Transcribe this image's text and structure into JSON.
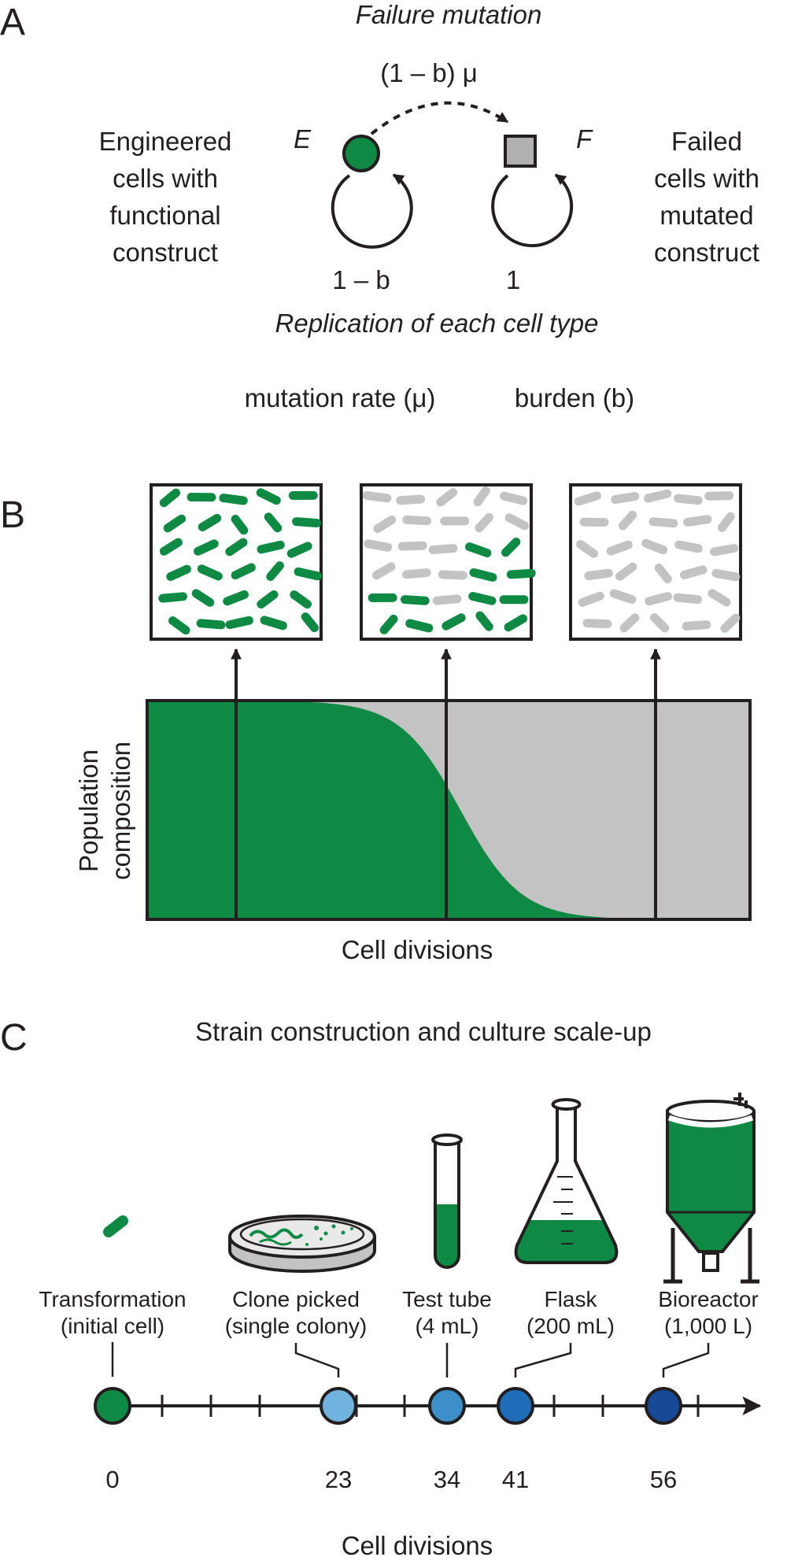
{
  "panel_a": {
    "letter": "A",
    "failure_mutation_title": "Failure mutation",
    "mutation_rate_expr": "(1 – b) μ",
    "node_e_label": "E",
    "node_f_label": "F",
    "engineered_desc": [
      "Engineered",
      "cells with",
      "functional",
      "construct"
    ],
    "failed_desc": [
      "Failed",
      "cells with",
      "mutated",
      "construct"
    ],
    "e_replication_rate": "1 – b",
    "f_replication_rate": "1",
    "replication_title": "Replication of each cell type",
    "param_mutation_rate": "mutation rate (μ)",
    "param_burden": "burden (b)"
  },
  "panel_b": {
    "letter": "B",
    "ylabel": [
      "Population",
      "composition"
    ],
    "xlabel": "Cell divisions"
  },
  "panel_c": {
    "letter": "C",
    "title": "Strain construction and culture scale-up",
    "stages": [
      {
        "label1": "Transformation",
        "label2": "(initial cell)",
        "division": "0",
        "color": "#0e8a44"
      },
      {
        "label1": "Clone picked",
        "label2": "(single colony)",
        "division": "23",
        "color": "#6fb3de"
      },
      {
        "label1": "Test tube",
        "label2": "(4 mL)",
        "division": "34",
        "color": "#3c8fc9"
      },
      {
        "label1": "Flask",
        "label2": "(200 mL)",
        "division": "41",
        "color": "#1f6db8"
      },
      {
        "label1": "Bioreactor",
        "label2": "(1,000 L)",
        "division": "56",
        "color": "#174a96"
      }
    ],
    "xlabel": "Cell divisions"
  },
  "colors": {
    "engineered": "#0e8a44",
    "failed": "#c3c3c3",
    "failed_node": "#b0b0b0",
    "ink": "#231f20"
  }
}
